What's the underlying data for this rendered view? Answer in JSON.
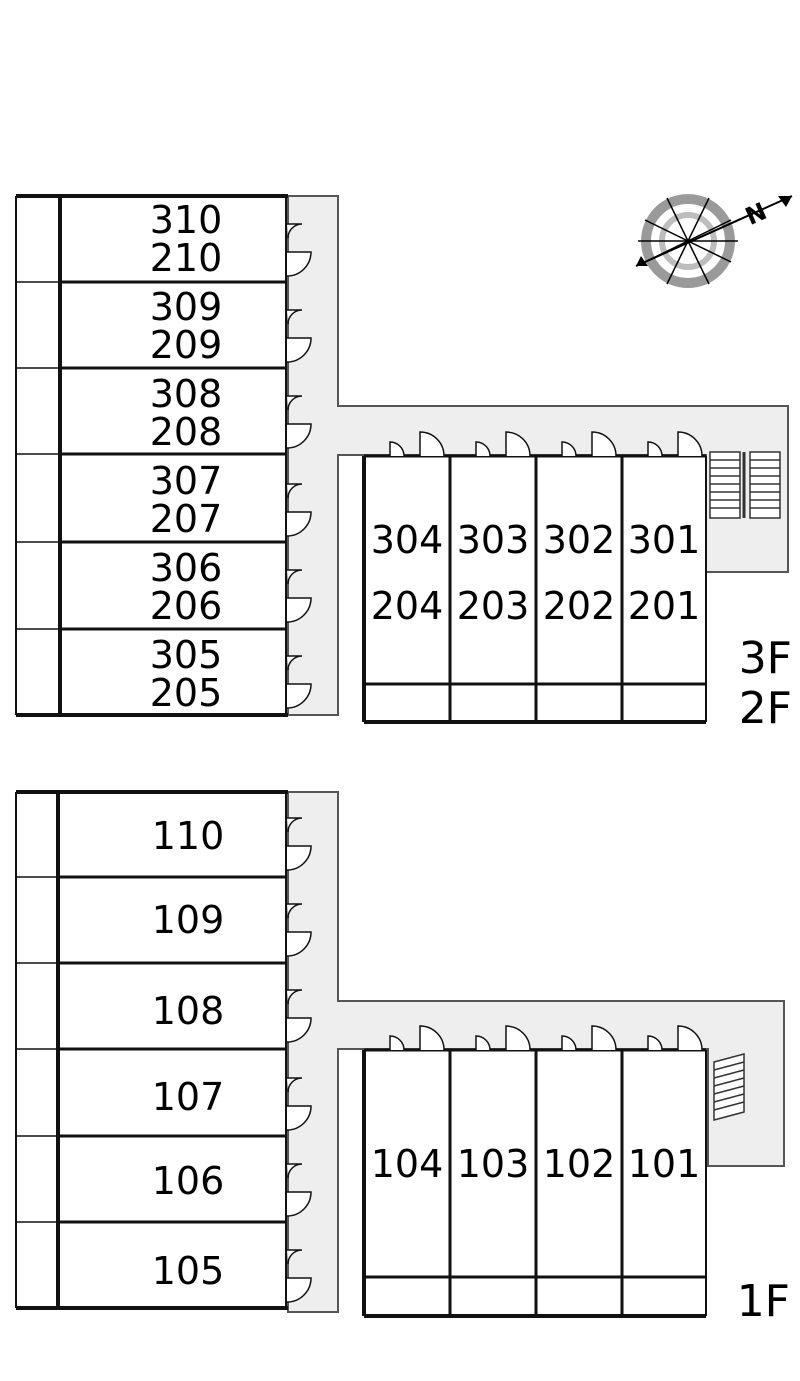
{
  "upper_block": {
    "floors": [
      "3F",
      "2F"
    ],
    "west_units": [
      {
        "top": "310",
        "bottom": "210"
      },
      {
        "top": "309",
        "bottom": "209"
      },
      {
        "top": "308",
        "bottom": "208"
      },
      {
        "top": "307",
        "bottom": "207"
      },
      {
        "top": "306",
        "bottom": "206"
      },
      {
        "top": "305",
        "bottom": "205"
      }
    ],
    "south_units": [
      {
        "top": "304",
        "bottom": "204"
      },
      {
        "top": "303",
        "bottom": "203"
      },
      {
        "top": "302",
        "bottom": "202"
      },
      {
        "top": "301",
        "bottom": "201"
      }
    ]
  },
  "lower_block": {
    "floor": "1F",
    "west_units": [
      "110",
      "109",
      "108",
      "107",
      "106",
      "105"
    ],
    "south_units": [
      "104",
      "103",
      "102",
      "101"
    ]
  },
  "compass": {
    "north_label": "N",
    "icon": "compass-rose-icon"
  },
  "colors": {
    "corridor": "#eeeeee",
    "line": "#111111",
    "compass_ring": "#9a9a9a"
  }
}
